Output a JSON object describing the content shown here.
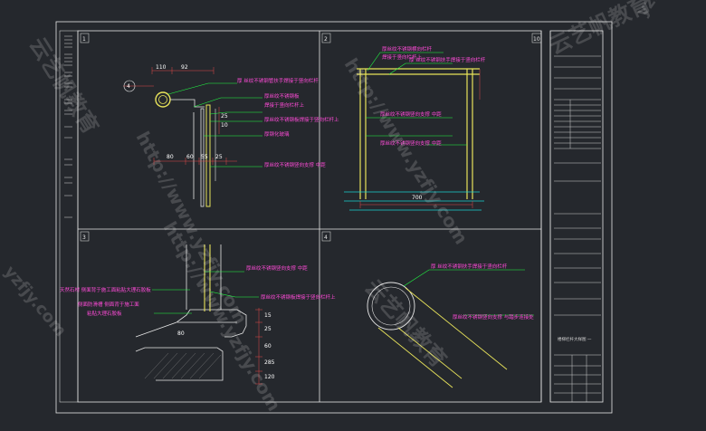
{
  "panels": [
    {
      "number": "1"
    },
    {
      "number": "2"
    },
    {
      "number": "3"
    },
    {
      "number": "4"
    }
  ],
  "sheet_number": "10",
  "detail1": {
    "marker": "4",
    "dims": [
      "110",
      "92",
      "25",
      "10",
      "80",
      "60",
      "55",
      "25"
    ],
    "notes": [
      "厚 丝纹不锈钢管扶手焊接于竖向栏杆",
      "厚丝纹不锈钢板",
      "焊接于竖向栏杆上",
      "厚丝纹不锈钢板焊接于竖向栏杆上",
      "厚钢化玻璃",
      "厚丝纹不锈钢竖向支撑 中距"
    ]
  },
  "detail2": {
    "dim": "700",
    "notes": [
      "厚丝纹不锈钢横向栏杆",
      "焊接于竖向栏杆上",
      "厚 丝纹不锈钢扶手焊接于竖向栏杆",
      "厚丝纹不锈钢竖向支撑 中距",
      "厚丝纹不锈钢竖向支撑 中距"
    ]
  },
  "detail3": {
    "dims": [
      "15",
      "25",
      "60",
      "285",
      "120",
      "80"
    ],
    "notes": [
      "厚丝纹不锈钢竖向支撑 中距",
      "厚丝纹不锈钢板焊接于竖向栏杆上",
      "天然石材 侧面背于施工面粘贴大理石胶板",
      "侧面防滑槽 侧面背于施工面",
      "粘贴大理石胶板"
    ]
  },
  "detail4": {
    "notes": [
      "厚 丝纹不锈钢扶手焊接于竖向栏杆",
      "厚丝纹不锈钢竖向支撑 与踏步连接处"
    ]
  },
  "title_block": {
    "lines": [
      "楼梯栏杆大样图 一"
    ]
  },
  "watermarks": [
    "http://www.yzfjy.com",
    "云艺帆教育",
    "yzfjy.com"
  ],
  "colors": {
    "background": "#25282d",
    "frame": "#e6e6e6",
    "note_text": "#ff4bd8",
    "leader": "#22ff44",
    "cyan_line": "#18d0d0",
    "yellow_line": "#e8e35a",
    "dim_line": "#e44848"
  }
}
